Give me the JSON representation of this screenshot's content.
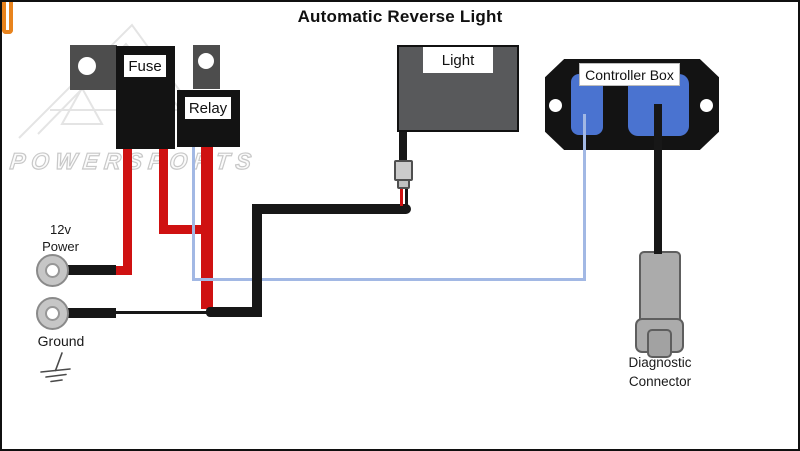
{
  "title": "Automatic Reverse Light",
  "watermark": {
    "text": "POWERSPORTS"
  },
  "components": {
    "fuse": {
      "label": "Fuse"
    },
    "relay": {
      "label": "Relay"
    },
    "light": {
      "label": "Light"
    },
    "controller_box": {
      "label": "Controller Box"
    },
    "diagnostic_connector": {
      "line1": "Diagnostic",
      "line2": "Connector"
    },
    "power_terminal": {
      "line1": "12v",
      "line2": "Power"
    },
    "ground_terminal": {
      "label": "Ground"
    }
  },
  "colors": {
    "power_wire": "#cf1111",
    "ground_wire": "#171717",
    "signal_wire": "#a2b8e4",
    "jumper_wire": "#e8831d",
    "controller_pad": "#4a73d0",
    "component_body": "#131313",
    "light_body": "#58595b",
    "connector_gray": "#ababab"
  }
}
